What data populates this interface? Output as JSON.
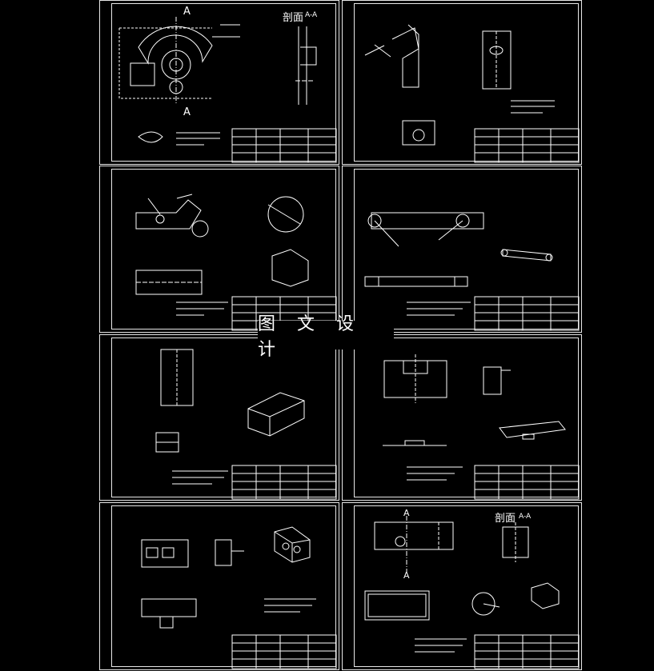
{
  "watermark": {
    "text": "图 文 设 计"
  },
  "sheets": [
    {
      "id": 1,
      "labels": {
        "section_mark": "A",
        "section_mark_bottom": "A",
        "view_title": "剖面",
        "view_title_suffix": "A-A"
      }
    },
    {
      "id": 2,
      "labels": {
        "view_title": "",
        "view_title_suffix": ""
      }
    },
    {
      "id": 3,
      "labels": {
        "view_title": "",
        "view_title_suffix": ""
      }
    },
    {
      "id": 4,
      "labels": {
        "view_title": "",
        "view_title_suffix": ""
      }
    },
    {
      "id": 5,
      "labels": {
        "view_title": "",
        "view_title_suffix": ""
      }
    },
    {
      "id": 6,
      "labels": {
        "view_title": "",
        "view_title_suffix": ""
      }
    },
    {
      "id": 7,
      "labels": {
        "view_title": "",
        "view_title_suffix": ""
      }
    },
    {
      "id": 8,
      "labels": {
        "section_mark": "A",
        "section_mark_bottom": "A",
        "view_title": "剖面",
        "view_title_suffix": "A-A"
      }
    }
  ]
}
